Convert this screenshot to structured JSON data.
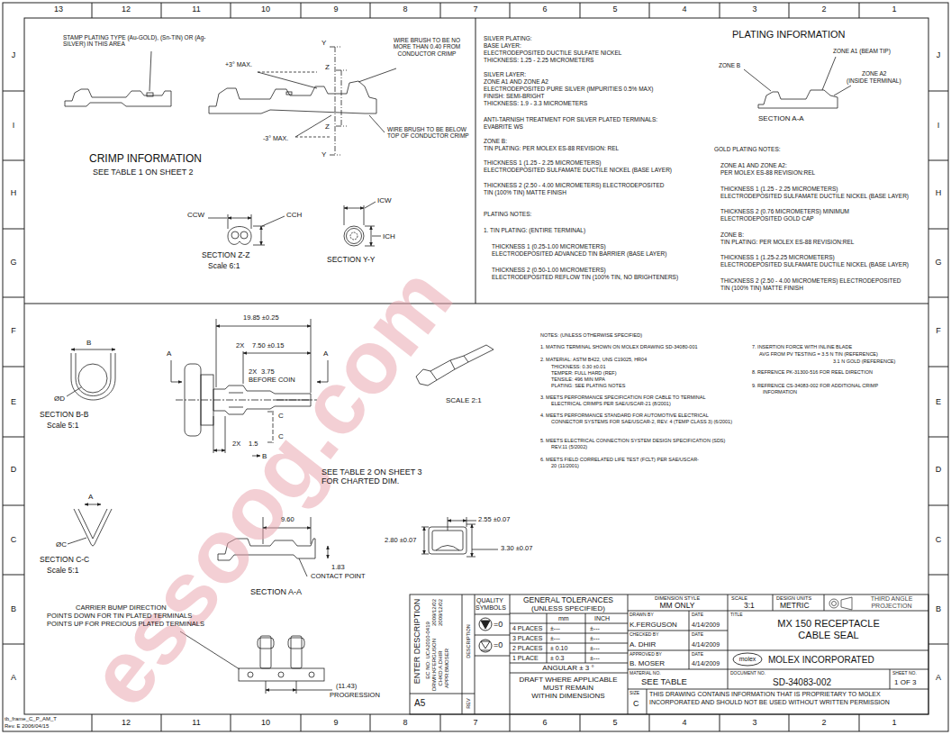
{
  "diagram": {
    "labels": [
      "13",
      "12",
      "11",
      "10",
      "9",
      "8",
      "7",
      "6",
      "5",
      "4",
      "3",
      "2",
      "1",
      "12",
      "11",
      "10",
      "9",
      "8",
      "7",
      "6",
      "5",
      "4",
      "3",
      "2",
      "1",
      "J",
      "I",
      "H",
      "G",
      "F",
      "E",
      "D",
      "C",
      "B",
      "A",
      "J",
      "I",
      "H",
      "G",
      "F",
      "E",
      "D",
      "C",
      "B",
      "A",
      "tb_frame_C_P_AM_T",
      "Rev. E 2006/04/15",
      "STAMP PLATING TYPE (Au-GOLD), (Sn-TIN) OR (Ag-SILVER) IN THIS AREA",
      "Y",
      "Z",
      "Z",
      "Y",
      "+3° MAX.",
      "-3° MAX.",
      "WIRE BRUSH TO BE NO MORE THAN 0.40 FROM CONDUCTOR CRIMP",
      "WIRE BRUSH TO BE BELOW TOP OF CONDUCTOR CRIMP",
      "CRIMP INFORMATION",
      "SEE TABLE 1 ON SHEET 2",
      "CCW",
      "CCH",
      "ICW",
      "ICH",
      "SECTION Z-Z",
      "Scale 6:1",
      "SECTION Y-Y",
      "SILVER PLATING:",
      "BASE LAYER:",
      "ELECTRODEPOSITED DUCTILE SULFATE NICKEL",
      "THICKNESS: 1.25 - 2.25 MICROMETERS",
      "SILVER LAYER:",
      "ZONE A1 AND ZONE A2",
      "ELECTRODEPOSITED PURE SILVER (IMPURITIES 0.5% MAX)",
      "FINISH: SEMI-BRIGHT",
      "THICKNESS: 1.9 - 3.3 MICROMETERS",
      "ANTI-TARNISH TREATMENT FOR SILVER PLATED TERMINALS:",
      "EVABRITE WS",
      "ZONE B:",
      "TIN PLATING: PER MOLEX ES-88 REVISION: REL",
      "THICKNESS 1 (1.25 - 2.25 MICROMETERS)",
      "ELECTRODEPOSITED SULFAMATE DUCTILE NICKEL (BASE LAYER)",
      "THICKNESS 2 (2.50 - 4.00 MICROMETERS) ELECTRODEPOSITED",
      "TIN (100% TIN) MATTE FINISH",
      "PLATING NOTES:",
      "1. TIN PLATING: (ENTIRE TERMINAL)",
      "THICKNESS 1 (0.25-1.00 MICROMETERS)",
      "ELECTRODEPOSITED ADVANCED TIN BARRIER (BASE LAYER)",
      "THICKNESS 2 (0.50-1.00 MICROMETERS)",
      "ELECTRODEPOSITED REFLOW TIN (100% TIN, NO BRIGHTENERS)",
      "PLATING INFORMATION",
      "ZONE A1 (BEAM TIP)",
      "ZONE B",
      "ZONE A2",
      "(INSIDE TERMINAL)",
      "SECTION A-A",
      "GOLD PLATING NOTES:",
      "ZONE A1 AND ZONE A2:",
      "PER MOLEX ES-88 REVISION:REL",
      "THICKNESS 1 (1.25 - 2.25 MICROMETERS)",
      "ELECTRODEPOSITED SULFAMATE DUCTILE NICKEL (BASE LAYER)",
      "THICKNESS 2 (0.76 MICROMETERS) MINIMUM",
      "ELECTRODEPOSITED GOLD CAP",
      "ZONE B:",
      "TIN PLATING: PER MOLEX ES-88 REVISION:REL",
      "THICKNESS 1 (1.25-2.25 MICROMETERS)",
      "ELECTRODEPOSITED SULFAMATE DUCTILE NICKEL (BASE LAYER)",
      "THICKNESS 2 (2.50 - 4.00 MICROMETERS) ELECTRODEPOSITED",
      "TIN (100% TIN) MATTE FINISH",
      "B",
      "ØD",
      "SECTION B-B",
      "Scale 5:1",
      "A",
      "A",
      "19.85 ±0.25",
      "2X",
      "7.50 ±0.15",
      "2X",
      "3.75",
      "BEFORE COIN",
      "C",
      "C",
      "2X",
      "1.5",
      "B",
      "SCALE 2:1",
      "SEE TABLE 2 ON SHEET 3 FOR CHARTED DIM.",
      "A",
      "ØC",
      "SECTION C-C",
      "Scale 5:1",
      "9.60",
      "1.83",
      "CONTACT POINT",
      "SECTION A-A",
      "2.55 ±0.07",
      "2.80 ±0.07",
      "3.30 ±0.07",
      "CARRIER BUMP DIRECTION",
      "POINTS DOWN FOR TIN PLATED TERMINALS",
      "POINTS UP FOR PRECIOUS PLATED TERMINALS",
      "(11.43)",
      "PROGRESSION",
      "NOTES: (UNLESS OTHERWISE SPECIFIED)",
      "1. MATING TERMINAL SHOWN ON MOLEX DRAWING SD-34080-001",
      "2. MATERIAL: ASTM B422, UNS C19025, HR04",
      "THICKNESS: 0.30 ±0.01",
      "TEMPER: FULL HARD (REF)",
      "TENSILE: 496 MIN MPA",
      "PLATING: SEE PLATING NOTES",
      "3. MEETS PERFORMANCE SPECIFICATION FOR CABLE TO TERMINAL ELECTRICAL CRIMPS PER SAE/USCAR-21 (8/2001)",
      "4. MEETS PERFORMANCE STANDARD FOR AUTOMOTIVE ELECTRICAL CONNECTOR SYSTEMS FOR SAE/USCAR-2, REV. 4 (TEMP CLASS 3) (6/2001)",
      "5. MEETS ELECTRICAL CONNECTION SYSTEM DESIGN SPECIFICATION (SDS) REV.11 (5/2002)",
      "6. MEETS FIELD CORRELATED LIFE TEST (FCLT) PER SAE/USCAR-20 (11/2001)",
      "7. INSERTION FORCE WITH INLINE BLADE",
      "AVG FROM PV TESTING = 3.5 N TIN (REFERENCE)",
      "3.1 N GOLD (REFERENCE)",
      "8. REFRENCE PK-31300-516 FOR REEL DIRECTION",
      "9. REFRENCE CS-34083-002 FOR ADDITIONAL CRIMP INFORMATION",
      "ENTER DESCRIPTION",
      "EC NO: UCA2010-0419",
      "DRWN:KFERGUSON",
      "2009/12/02",
      "CHKD:A.DHIR",
      "2009/12/02",
      "APPR:BMOSER",
      "DESCRIPTION",
      "REV",
      "A5",
      "QUALITY",
      "SYMBOLS",
      "=0",
      "=0",
      "GENERAL TOLERANCES",
      "(UNLESS SPECIFIED)",
      "mm",
      "INCH",
      "4 PLACES",
      "±---",
      "±---",
      "3 PLACES",
      "±---",
      "±---",
      "2 PLACES",
      "± 0.10",
      "±---",
      "1 PLACE",
      "± 0.3",
      "±---",
      "ANGULAR ± 3 °",
      "DRAFT WHERE APPLICABLE",
      "MUST REMAIN",
      "WITHIN DIMENSIONS",
      "DIMENSION STYLE",
      "MM ONLY",
      "DRAWN BY",
      "DATE",
      "K.FERGUSON",
      "4/14/2009",
      "CHECKED BY",
      "DATE",
      "A. DHIR",
      "4/14/2009",
      "APPROVED BY",
      "DATE",
      "B. MOSER",
      "4/14/2009",
      "MATERIAL NO.",
      "SEE TABLE",
      "SIZE",
      "C",
      "SCALE",
      "3:1",
      "DESIGN UNITS",
      "METRIC",
      "THIRD ANGLE PROJECTION",
      "TITLE",
      "MX 150 RECEPTACLE CABLE SEAL",
      "molex",
      "MOLEX INCORPORATED",
      "DOCUMENT NO.",
      "SD-34083-002",
      "SHEET NO.",
      "1 OF 3",
      "THIS DRAWING CONTAINS INFORMATION THAT IS PROPRIETARY TO MOLEX INCORPORATED AND SHOULD NOT BE USED WITHOUT WRITTEN PERMISSION",
      "essoog.com"
    ]
  }
}
